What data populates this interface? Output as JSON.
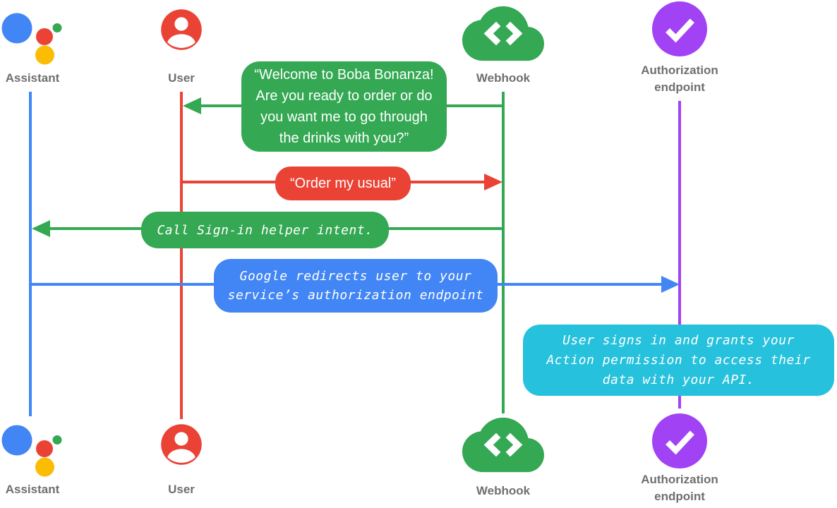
{
  "colors": {
    "blue": "#4285F4",
    "red": "#EA4335",
    "green": "#34A853",
    "yellow": "#FBBC04",
    "purple": "#A142F4",
    "cyan": "#26C1DC",
    "label_gray": "#6f6f6f",
    "bubble_text": "#ffffff"
  },
  "icons": {
    "assistant": "google-assistant-logo",
    "user": "person-circle",
    "webhook": "cloud-code",
    "auth": "check-circle"
  },
  "actors": {
    "assistant": {
      "label": "Assistant"
    },
    "user": {
      "label": "User"
    },
    "webhook": {
      "label": "Webhook"
    },
    "auth": {
      "label": "Authorization\nendpoint"
    }
  },
  "messages": {
    "welcome": {
      "from": "Webhook",
      "to": "User",
      "text": "“Welcome to Boba Bonanza!\nAre you ready to order or do\nyou want me to go through\nthe drinks with you?”"
    },
    "order": {
      "from": "User",
      "to": "Webhook",
      "text": "“Order my usual”"
    },
    "signin": {
      "from": "Webhook",
      "to": "Assistant",
      "text": "Call Sign-in helper intent."
    },
    "redirect": {
      "from": "Assistant",
      "to": "Authorization endpoint",
      "text": "Google redirects user to your\nservice’s authorization endpoint"
    },
    "grant": {
      "note_on": "Authorization endpoint",
      "text": "User signs in and grants your\nAction permission to access their\ndata with your API."
    }
  }
}
